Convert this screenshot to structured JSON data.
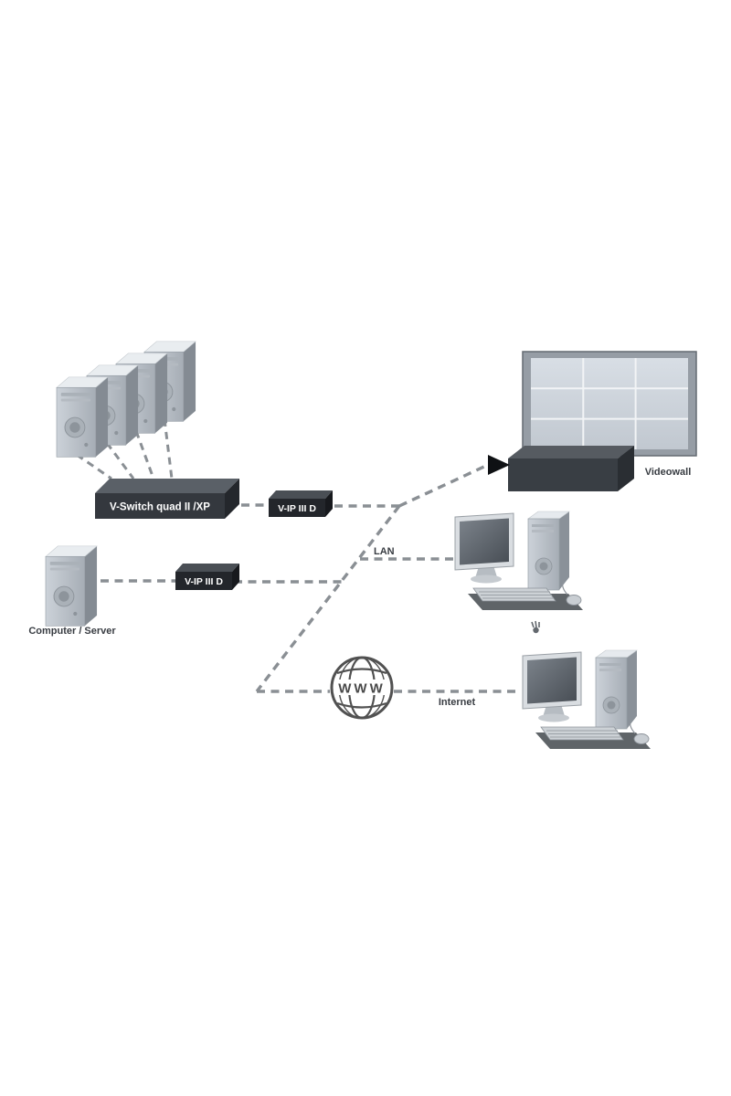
{
  "diagram": {
    "labels": {
      "switch": "V-Switch quad II /XP",
      "vip_top": "V-IP III D",
      "vip_bottom": "V-IP III D",
      "computer_server": "Computer / Server",
      "videowall": "Videowall",
      "lan": "LAN",
      "internet": "Internet",
      "www": "WWW"
    },
    "colors": {
      "dashed_line": "#8a8f94",
      "dark_box": "#34383e",
      "vip_box": "#23262b",
      "label_text": "#383c42",
      "videowall_panel": "#cdd4db",
      "arrow": "#0f1114"
    }
  }
}
